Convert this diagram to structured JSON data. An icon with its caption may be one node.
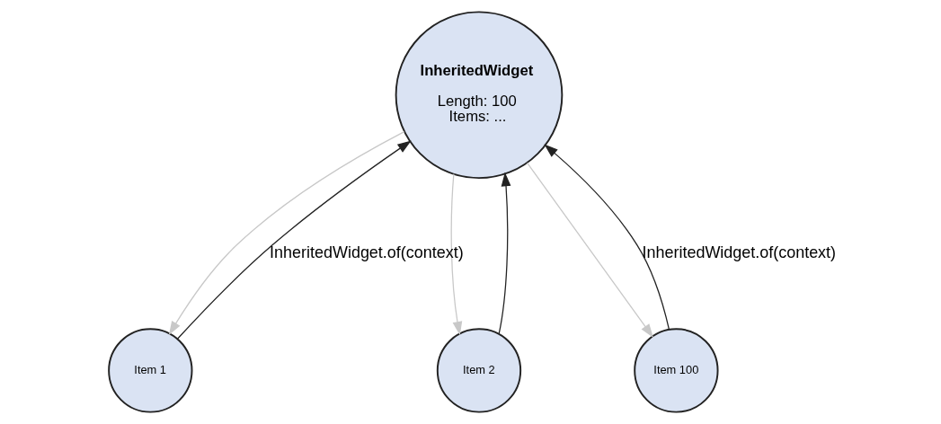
{
  "diagram": {
    "nodes": [
      {
        "text": [
          "InheritedWidget",
          "Length: 100",
          "Items: ..."
        ]
      },
      {
        "text": [
          "Item 1"
        ]
      },
      {
        "text": [
          "Item 2"
        ]
      },
      {
        "text": [
          "Item 100"
        ]
      }
    ],
    "edges": [
      {
        "from": 1,
        "to": 0,
        "arrow": "to",
        "label": "InheritedWidget.of(context)"
      },
      {
        "from": 2,
        "to": 0,
        "arrow": "to"
      },
      {
        "from": 3,
        "to": 0,
        "arrow": "to",
        "label": "InheritedWidget.of(context)"
      },
      {
        "from": 0,
        "to": 1,
        "arrow": "to",
        "color": "#c8c8c8"
      },
      {
        "from": 0,
        "to": 2,
        "arrow": "to",
        "color": "#c8c8c8"
      },
      {
        "from": 0,
        "to": 3,
        "arrow": "to",
        "color": "#c8c8c8"
      }
    ]
  }
}
